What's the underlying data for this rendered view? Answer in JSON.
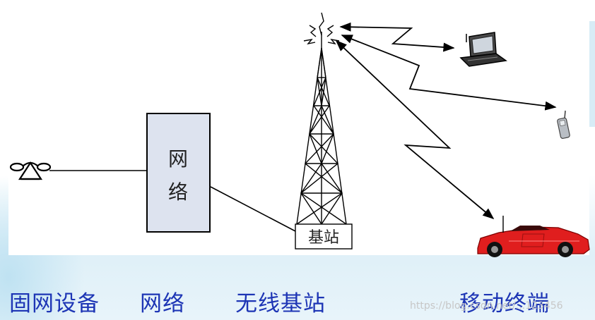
{
  "network_box": {
    "line1": "网",
    "line2": "络"
  },
  "base_station_label": "基站",
  "captions": {
    "fixed_device": "固网设备",
    "network": "网络",
    "wireless_base_station": "无线基站",
    "mobile_terminal": "移动终端"
  },
  "watermark": "https://blog.csdn.net/...123456",
  "colors": {
    "caption": "#1d35b5",
    "network_box_fill": "#dde3ef",
    "car_body": "#e01e1e",
    "background_tint": "#dff0f8"
  },
  "icons": [
    "telephone-icon",
    "radio-tower-icon",
    "laptop-icon",
    "mobile-phone-icon",
    "car-icon"
  ]
}
